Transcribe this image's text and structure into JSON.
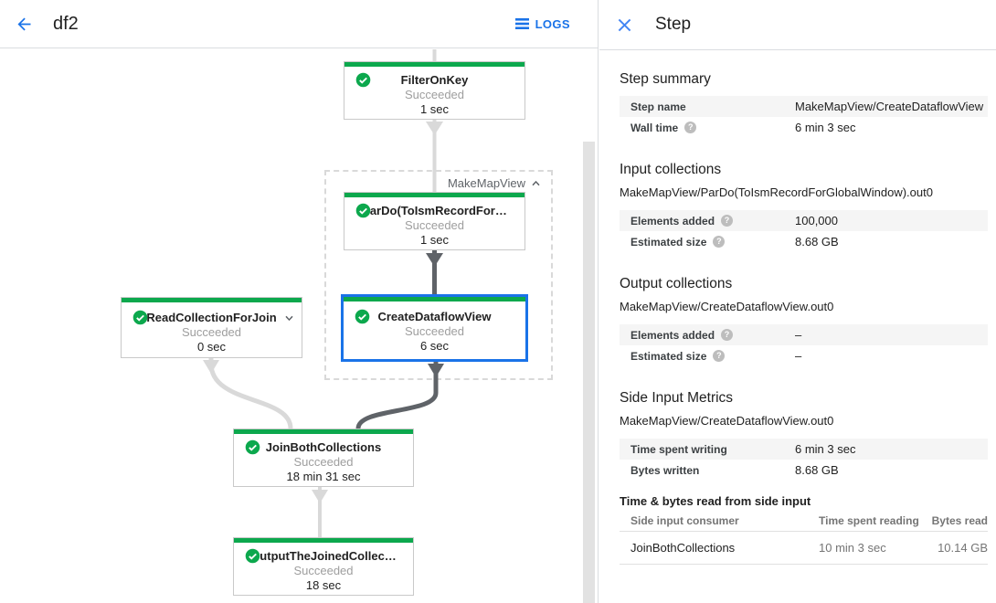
{
  "colors": {
    "green": "#0ca84d",
    "blue": "#1a73e8",
    "blue-light": "#4285f4",
    "edge-light": "#d9d9d9",
    "edge-dark": "#5f6368",
    "row-bg": "#f5f5f5"
  },
  "glyphs": {
    "help": "?"
  },
  "toolbar": {
    "title": "df2",
    "logs_label": "LOGS"
  },
  "graph": {
    "group": {
      "label": "MakeMapView"
    },
    "nodes": {
      "filter": {
        "title": "FilterOnKey",
        "status": "Succeeded",
        "time": "1 sec"
      },
      "pardo": {
        "title": "ParDo(ToIsmRecordFor…",
        "status": "Succeeded",
        "time": "1 sec"
      },
      "create": {
        "title": "CreateDataflowView",
        "status": "Succeeded",
        "time": "6 sec"
      },
      "read": {
        "title": "ReadCollectionForJoin",
        "status": "Succeeded",
        "time": "0 sec"
      },
      "join": {
        "title": "JoinBothCollections",
        "status": "Succeeded",
        "time": "18 min 31 sec"
      },
      "output": {
        "title": "OutputTheJoinedCollec…",
        "status": "Succeeded",
        "time": "18 sec"
      }
    }
  },
  "panel": {
    "title": "Step",
    "sections": [
      {
        "heading": "Step summary",
        "rows": [
          {
            "label": "Step name",
            "value": "MakeMapView/CreateDataflowView"
          },
          {
            "label": "Wall time",
            "value": "6 min 3 sec"
          }
        ]
      },
      {
        "heading": "Input collections",
        "subtitle": "MakeMapView/ParDo(ToIsmRecordForGlobalWindow).out0",
        "rows": [
          {
            "label": "Elements added",
            "value": "100,000"
          },
          {
            "label": "Estimated size",
            "value": "8.68 GB"
          }
        ]
      },
      {
        "heading": "Output collections",
        "subtitle": "MakeMapView/CreateDataflowView.out0",
        "rows": [
          {
            "label": "Elements added",
            "value": "–"
          },
          {
            "label": "Estimated size",
            "value": "–"
          }
        ]
      },
      {
        "heading": "Side Input Metrics",
        "subtitle": "MakeMapView/CreateDataflowView.out0",
        "rows": [
          {
            "label": "Time spent writing",
            "value": "6 min 3 sec"
          },
          {
            "label": "Bytes written",
            "value": "8.68 GB"
          }
        ]
      }
    ],
    "table": {
      "title": "Time & bytes read from side input",
      "columns": [
        "Side input consumer",
        "Time spent reading",
        "Bytes read"
      ],
      "rows": [
        {
          "consumer": "JoinBothCollections",
          "time": "10 min 3 sec",
          "bytes": "10.14 GB"
        }
      ]
    }
  }
}
